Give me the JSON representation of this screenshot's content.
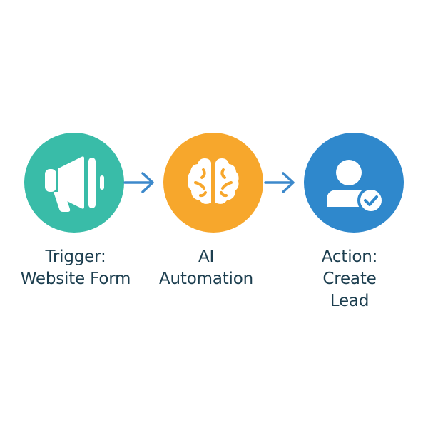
{
  "colors": {
    "trigger": "#39BCA8",
    "ai": "#F7A72C",
    "action": "#2F88CC",
    "arrow": "#3D89CB",
    "icon": "#ffffff",
    "text": "#1C3E4F"
  },
  "steps": [
    {
      "icon": "megaphone-icon",
      "label_line1": "Trigger:",
      "label_line2": "Website Form"
    },
    {
      "icon": "brain-icon",
      "label_line1": "AI",
      "label_line2": "Automation"
    },
    {
      "icon": "user-check-icon",
      "label_line1": "Action:",
      "label_line2": "Create",
      "label_line3": "Lead"
    }
  ]
}
